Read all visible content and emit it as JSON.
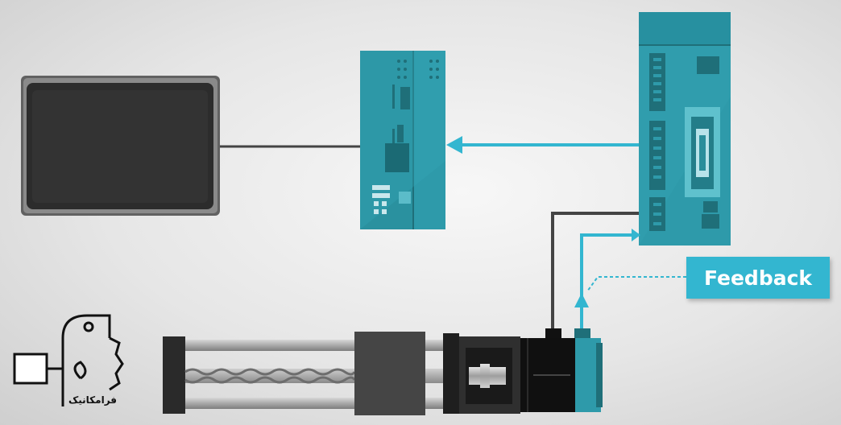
{
  "diagram": {
    "feedback_label": "Feedback",
    "logo_text": "فرامکانیک",
    "colors": {
      "teal": "#2e9aaa",
      "teal_dark": "#1f6f79",
      "signal": "#33b6d0",
      "wire": "#444444",
      "hmi_bezel": "#555555",
      "hmi_screen": "#2c2c2c"
    },
    "components": [
      "hmi-touch-panel",
      "plc-controller",
      "servo-drive",
      "servo-motor",
      "ball-screw-actuator"
    ]
  }
}
